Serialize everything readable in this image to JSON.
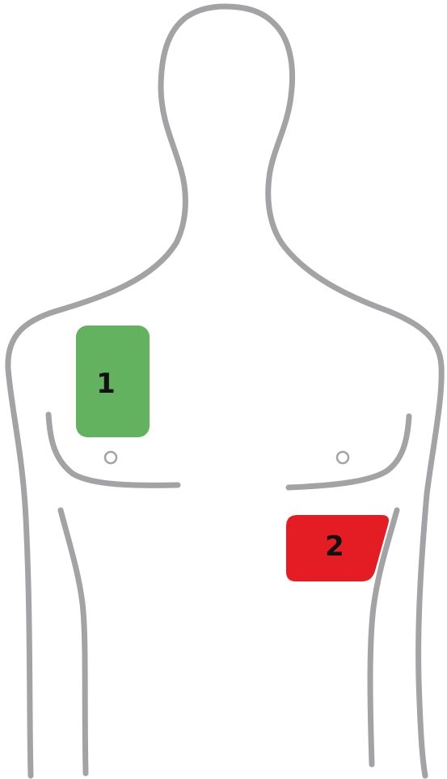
{
  "colors": {
    "outline": "#a3a3a5",
    "pad_1": "#63b25f",
    "pad_2": "#e31d23",
    "background": "#ffffff"
  },
  "pads": [
    {
      "label": "1",
      "color_key": "pad_1"
    },
    {
      "label": "2",
      "color_key": "pad_2"
    }
  ]
}
